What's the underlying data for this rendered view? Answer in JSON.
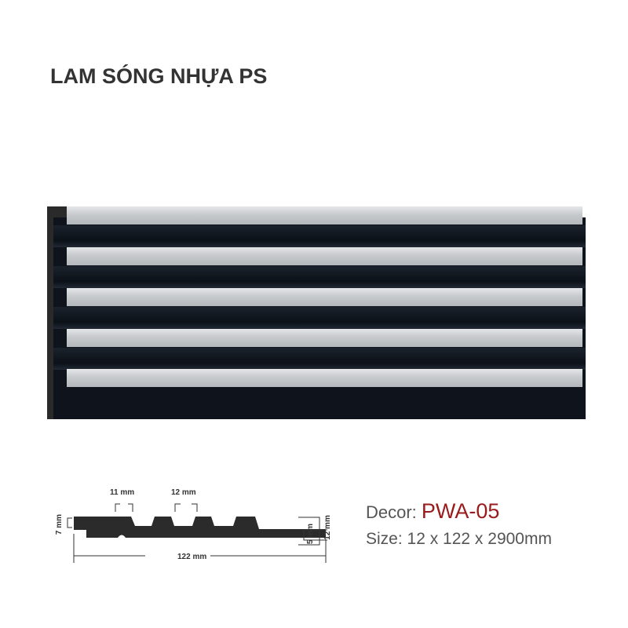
{
  "title": "LAM SÓNG NHỰA PS",
  "profile": {
    "top_width_1": "11 mm",
    "top_width_2": "12 mm",
    "left_height": "7 mm",
    "total_width": "122 mm",
    "right_inner": "5 mm",
    "right_total": "12 mm"
  },
  "decor": {
    "label": "Decor:",
    "code": "PWA-05"
  },
  "size": {
    "label": "Size:",
    "value": "12 x 122 x 2900mm"
  },
  "colors": {
    "code": "#9a1b1b",
    "panel": "#0f141c",
    "strip": "#c7cacd"
  }
}
